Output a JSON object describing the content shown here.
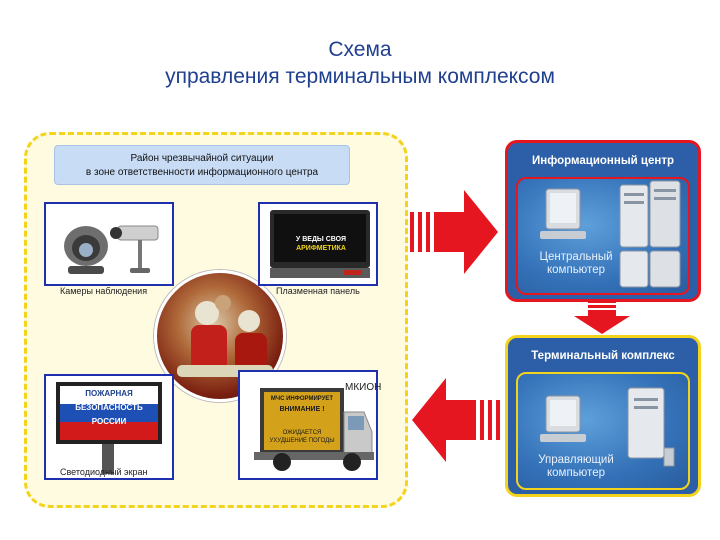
{
  "title": {
    "line1": "Схема",
    "line2": "управления терминальным комплексом"
  },
  "zone": {
    "header_line1": "Район чрезвычайной ситуации",
    "header_line2": "в зоне ответственности информационного центра",
    "cameras_caption": "Камеры наблюдения",
    "plasma_caption": "Плазменная панель",
    "plasma_screen_text1": "У ВЕДЫ СВОЯ",
    "plasma_screen_text2": "АРИФМЕТИКА",
    "led_caption": "Светодиодный экран",
    "led_text1": "ПОЖАРНАЯ",
    "led_text2": "БЕЗОПАСНОСТЬ",
    "led_text3": "РОССИИ",
    "mkion_caption": "МКИОН",
    "truck_text1": "МЧС ИНФОРМИРУЕТ",
    "truck_text2": "ВНИМАНИЕ !",
    "truck_text3": "ОЖИДАЕТСЯ",
    "truck_text4": "УХУДШЕНИЕ ПОГОДЫ"
  },
  "info_center": {
    "title": "Информационный центр",
    "label_line1": "Центральный",
    "label_line2": "компьютер"
  },
  "terminal": {
    "title": "Терминальный комплекс",
    "label_line1": "Управляющий",
    "label_line2": "компьютер"
  },
  "colors": {
    "title": "#1f3f8f",
    "arrow_red": "#e5161f",
    "block_blue": "#2d5fa8",
    "zone_yellow": "#f3d31c"
  }
}
